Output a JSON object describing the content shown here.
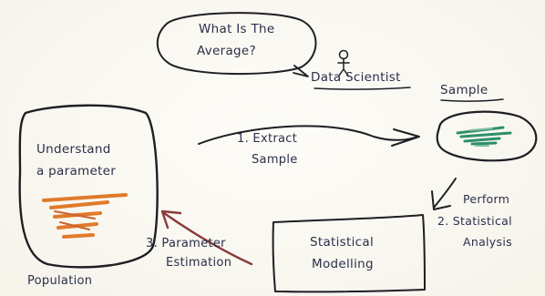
{
  "question": {
    "line1": "What Is The",
    "line2": "Average?"
  },
  "data_scientist": {
    "label": "Data Scientist"
  },
  "sample": {
    "label": "Sample"
  },
  "population": {
    "line1": "Understand",
    "line2": "a parameter",
    "label": "Population"
  },
  "steps": {
    "extract": {
      "line1": "1. Extract",
      "line2": "Sample"
    },
    "analysis": {
      "line1": "Perform",
      "line2": "2. Statistical",
      "line3": "Analysis"
    },
    "modelling": {
      "line1": "Statistical",
      "line2": "Modelling"
    },
    "estimation": {
      "line1": "3. Parameter",
      "line2": "Estimation"
    }
  },
  "colors": {
    "ink": "#1e1e24",
    "text": "#2b2f4a",
    "sample_scribble": "#2f8f6a",
    "parameter_orange": "#e07a2a",
    "parameter_red": "#c9632c",
    "estimation_arrow": "#8a3a3a"
  }
}
